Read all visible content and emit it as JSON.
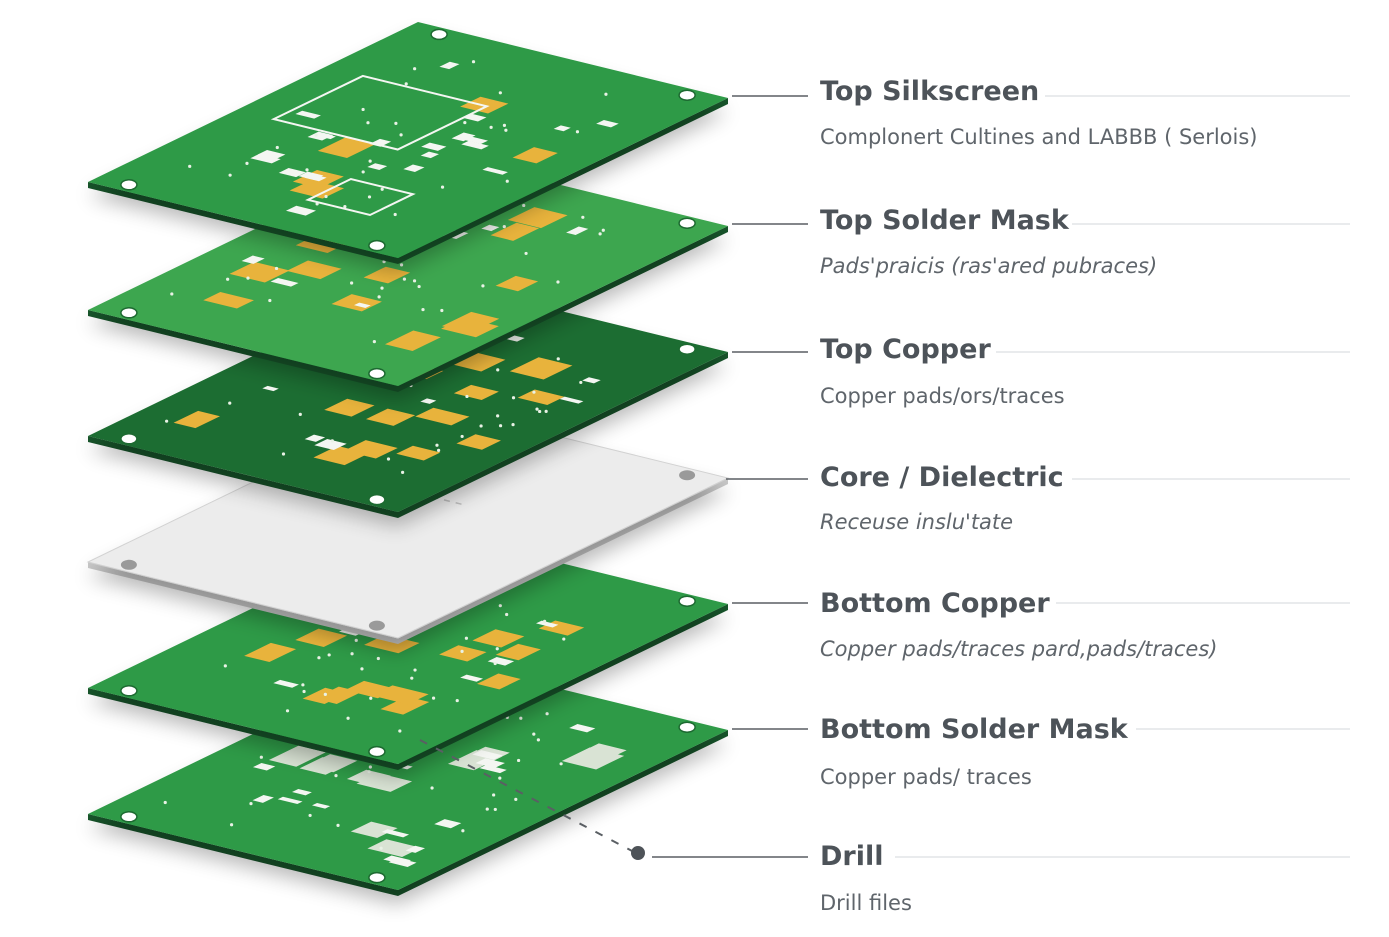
{
  "colors": {
    "board_green": "#2e9a46",
    "board_green_dark": "#1f6d32",
    "board_green_mid": "#3da650",
    "pad_gold": "#e8b33c",
    "silk_white": "#f4f6f2",
    "core_gray": "#ececec",
    "title_text": "#4d5359",
    "desc_text": "#5f656b",
    "leader_line": "#5a5f64"
  },
  "layers": [
    {
      "id": "top-silkscreen",
      "title": "Top Silkscreen",
      "desc": "Complonert Cultines and LABBB ( Serlois)"
    },
    {
      "id": "top-solder-mask",
      "title": "Top Solder Mask",
      "desc": "Pads'praicis (ras'ared pubraces)"
    },
    {
      "id": "top-copper",
      "title": "Top Copper",
      "desc": "Copper pads/ors/traces"
    },
    {
      "id": "core-dielectric",
      "title": "Core / Dielectric",
      "desc": "Receuse inslu'tate"
    },
    {
      "id": "bottom-copper",
      "title": "Bottom Copper",
      "desc": "Copper pads/traces pard,pads/traces)"
    },
    {
      "id": "bottom-solder-mask",
      "title": "Bottom Solder Mask",
      "desc": "Copper pads/ traces"
    },
    {
      "id": "drill",
      "title": "Drill",
      "desc": "Drill files"
    }
  ]
}
